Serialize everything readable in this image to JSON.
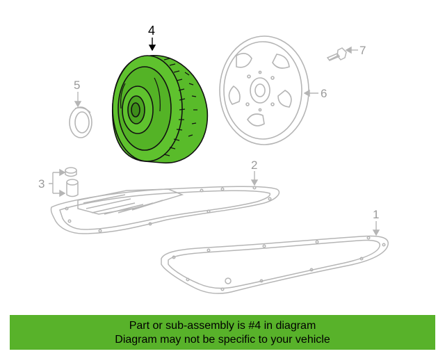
{
  "colors": {
    "highlight": "#58b22a",
    "part_fill": "#59bb2a",
    "line_gray": "#b5b5b5",
    "label_gray": "#9a9a9a"
  },
  "callouts": {
    "c1": "1",
    "c2": "2",
    "c3": "3",
    "c4": "4",
    "c5": "5",
    "c6": "6",
    "c7": "7"
  },
  "banner": {
    "line1": "Part or sub-assembly is #4 in diagram",
    "line2": "Diagram may not be specific to your vehicle"
  }
}
